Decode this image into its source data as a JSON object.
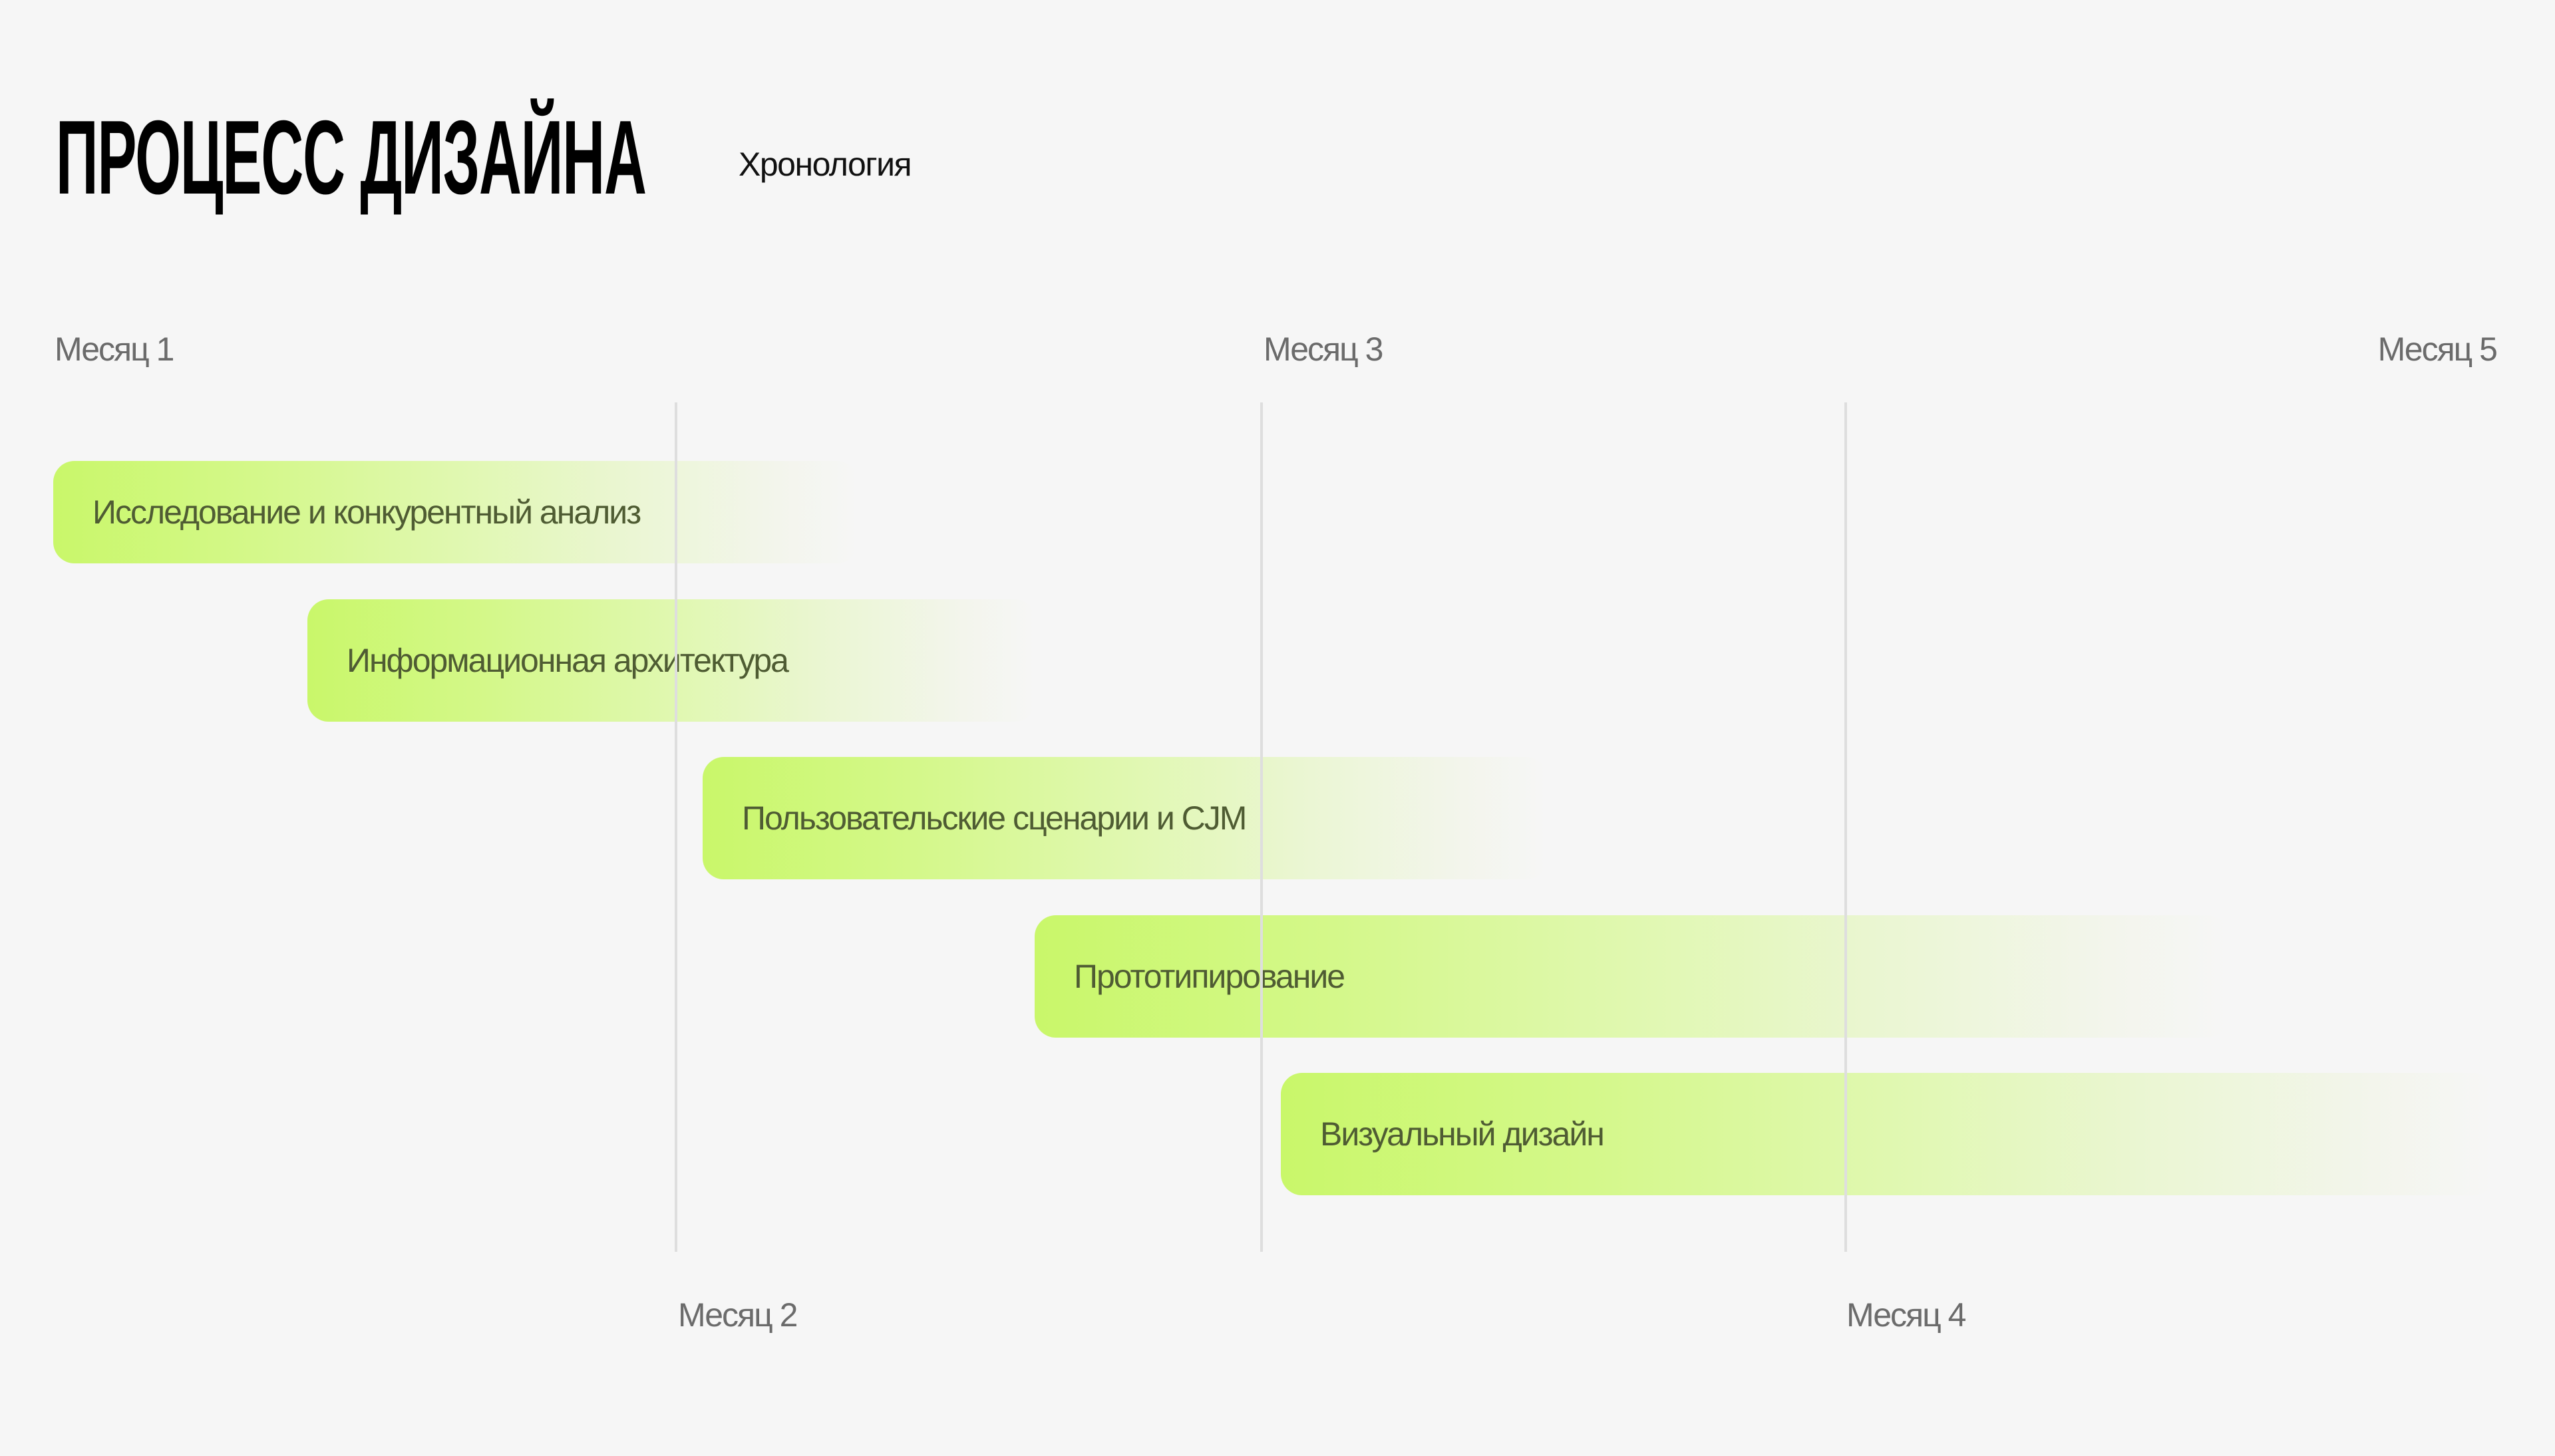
{
  "header": {
    "title": "ПРОЦЕСС ДИЗАЙНА",
    "subtitle": "Хронология"
  },
  "colors": {
    "background": "#f6f6f6",
    "bar_start": "#c9f76a",
    "bar_text": "#4f5c33",
    "month_label": "#6b6b6b",
    "gridline": "#dedede",
    "title": "#000000"
  },
  "timeline": {
    "top_labels": [
      "Месяц 1",
      "Месяц 3",
      "Месяц 5"
    ],
    "bottom_labels": [
      "Месяц 2",
      "Месяц 4"
    ],
    "tasks": [
      {
        "label": "Исследование и конкурентный анализ"
      },
      {
        "label": "Информационная архитектура"
      },
      {
        "label": "Пользовательские сценарии и CJM"
      },
      {
        "label": "Прототипирование"
      },
      {
        "label": "Визуальный дизайн"
      }
    ]
  },
  "chart_data": {
    "type": "gantt",
    "title": "ПРОЦЕСС ДИЗАЙНА",
    "subtitle": "Хронология",
    "xlabel": "",
    "ylabel": "",
    "x_ticks": [
      "Месяц 1",
      "Месяц 2",
      "Месяц 3",
      "Месяц 4",
      "Месяц 5"
    ],
    "x_range": [
      1,
      5
    ],
    "grid": true,
    "tasks": [
      {
        "name": "Исследование и конкурентный анализ",
        "start": 1.0,
        "end": 2.35
      },
      {
        "name": "Информационная архитектура",
        "start": 1.43,
        "end": 2.65
      },
      {
        "name": "Пользовательские сценарии и CJM",
        "start": 2.1,
        "end": 3.5
      },
      {
        "name": "Прототипирование",
        "start": 2.65,
        "end": 4.65
      },
      {
        "name": "Визуальный дизайн",
        "start": 3.07,
        "end": 5.0
      }
    ]
  }
}
